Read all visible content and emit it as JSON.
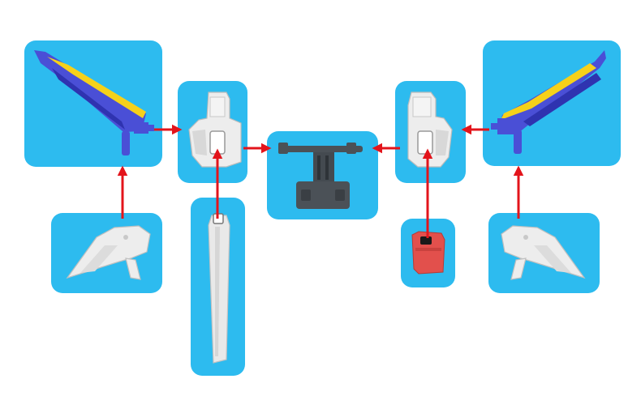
{
  "diagram": {
    "type": "assembly-parts-diagram",
    "colors": {
      "tile": "#2dbbef",
      "arrow": "#e3141b",
      "blade_blue": "#4a4fd6",
      "blade_yellow": "#f6d11a",
      "white_part": "#ececec",
      "grey_part": "#4b5157",
      "red_part": "#e2504c"
    },
    "parts": [
      {
        "id": "left-blade",
        "icon": "blue-yellow-blade-wing"
      },
      {
        "id": "left-hinge",
        "icon": "white-hinge-block"
      },
      {
        "id": "center-connector",
        "icon": "grey-t-connector"
      },
      {
        "id": "right-hinge",
        "icon": "white-hinge-block"
      },
      {
        "id": "right-blade",
        "icon": "blue-yellow-blade-wing"
      },
      {
        "id": "left-shield-cap",
        "icon": "white-fin-cap"
      },
      {
        "id": "left-rod",
        "icon": "white-long-rod"
      },
      {
        "id": "red-clip",
        "icon": "red-peg-clip"
      },
      {
        "id": "right-shield-cap",
        "icon": "white-fin-cap"
      }
    ],
    "connections": [
      {
        "from": "left-blade",
        "to": "left-hinge"
      },
      {
        "from": "left-shield-cap",
        "to": "left-blade"
      },
      {
        "from": "left-hinge",
        "to": "center-connector"
      },
      {
        "from": "left-rod",
        "to": "left-hinge"
      },
      {
        "from": "right-hinge",
        "to": "center-connector"
      },
      {
        "from": "right-blade",
        "to": "right-hinge"
      },
      {
        "from": "red-clip",
        "to": "right-hinge"
      },
      {
        "from": "right-shield-cap",
        "to": "right-blade"
      }
    ]
  }
}
